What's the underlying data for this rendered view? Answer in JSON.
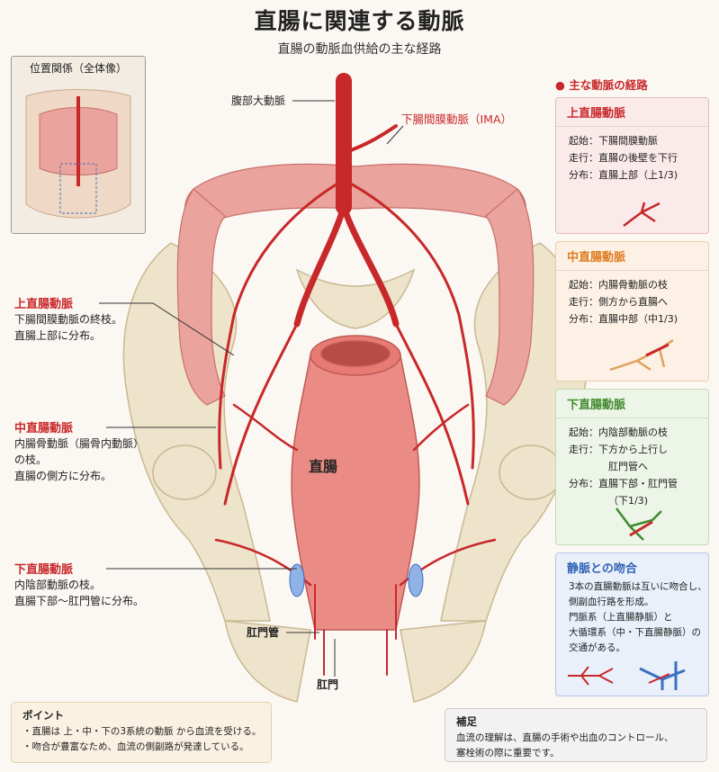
{
  "header": {
    "title": "直腸に関連する動脈",
    "subtitle": "直腸の動脈血供給の主な経路"
  },
  "inset": {
    "title": "位置関係（全体像）"
  },
  "labels": {
    "aorta": "腹部大動脈",
    "ima": "下腸間膜動脈（IMA）",
    "rectum": "直腸",
    "anal_canal": "肛門管",
    "anus": "肛門"
  },
  "left_notes": [
    {
      "title": "上直腸動脈",
      "lines": [
        "下腸間膜動脈の終枝。",
        "直腸上部に分布。"
      ]
    },
    {
      "title": "中直腸動脈",
      "lines": [
        "内腸骨動脈（腸骨内動脈）",
        "の枝。",
        "直腸の側方に分布。"
      ]
    },
    {
      "title": "下直腸動脈",
      "lines": [
        "内陰部動脈の枝。",
        "直腸下部〜肛門管に分布。"
      ]
    }
  ],
  "sidebar": {
    "heading": "● 主な動脈の経路",
    "cards": [
      {
        "title": "上直腸動脈",
        "rows": [
          "起始：下腸間膜動脈",
          "走行：直腸の後壁を下行",
          "分布：直腸上部（上1/3)"
        ]
      },
      {
        "title": "中直腸動脈",
        "rows": [
          "起始：内腸骨動脈の枝",
          "走行：側方から直腸へ",
          "分布：直腸中部（中1/3)"
        ]
      },
      {
        "title": "下直腸動脈",
        "rows": [
          "起始：内陰部動脈の枝",
          "走行：下方から上行し",
          "肛門管へ",
          "分布：直腸下部・肛門管",
          "（下1/3)"
        ]
      },
      {
        "title": "静脈との吻合",
        "rows": [
          "3本の直腸動脈は互いに吻合し、",
          "側副血行路を形成。",
          "門脈系（上直腸静脈）と",
          "大循環系（中・下直腸静脈）の",
          "交通がある。"
        ]
      }
    ]
  },
  "point_box": {
    "title": "ポイント",
    "lines": [
      "・直腸は 上・中・下の3系統の動脈 から血流を受ける。",
      "・吻合が豊富なため、血流の側副路が発達している。"
    ]
  },
  "note_box": {
    "title": "補足",
    "lines": [
      "血流の理解は、直腸の手術や出血のコントロール、",
      "塞栓術の際に重要です。"
    ]
  },
  "colors": {
    "artery": "#c8282a",
    "vein": "#3a6fc2",
    "bone": "#eadfc6",
    "colon": "#e99a96",
    "rectum": "#e98e87",
    "card_red": "#fbeaea",
    "card_orange": "#fcf1e4",
    "card_green": "#edf5e8",
    "card_blue": "#e9f0fa"
  }
}
